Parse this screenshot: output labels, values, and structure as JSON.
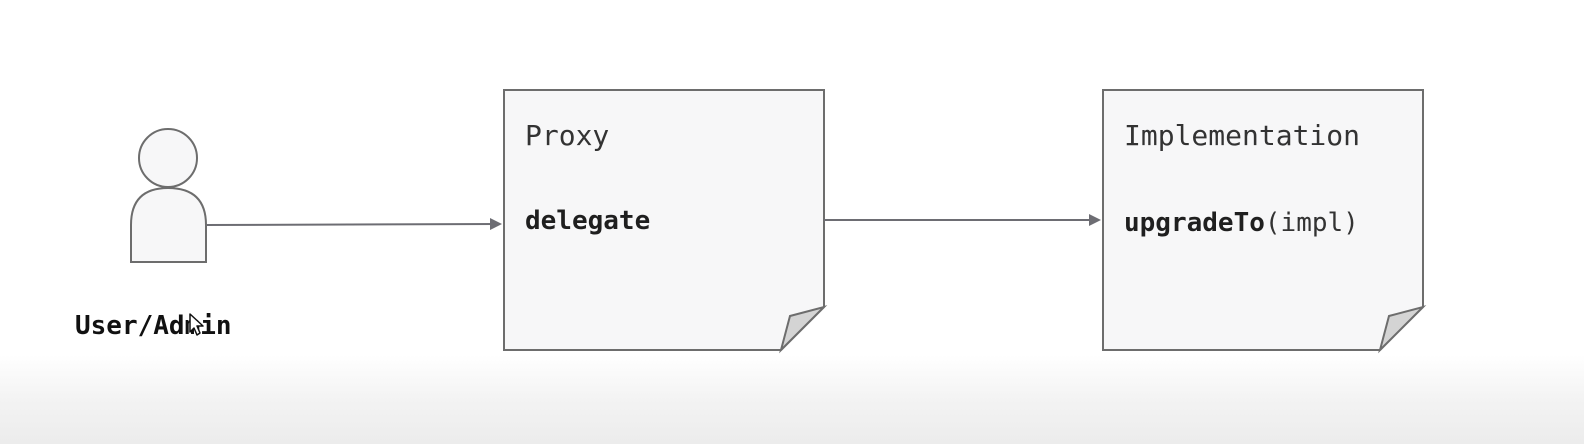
{
  "actor": {
    "label": "User/Admin"
  },
  "nodes": {
    "proxy": {
      "title": "Proxy",
      "method": "delegate"
    },
    "implementation": {
      "title": "Implementation",
      "method_name": "upgradeTo",
      "method_args": "(impl)"
    }
  },
  "edges": [
    {
      "from": "User/Admin",
      "to": "Proxy"
    },
    {
      "from": "Proxy",
      "to": "Implementation"
    }
  ],
  "colors": {
    "box_fill": "#f7f7f8",
    "box_stroke": "#6d6d6d",
    "fold_fill": "#d4d4d4",
    "arrow": "#6d6d73"
  }
}
